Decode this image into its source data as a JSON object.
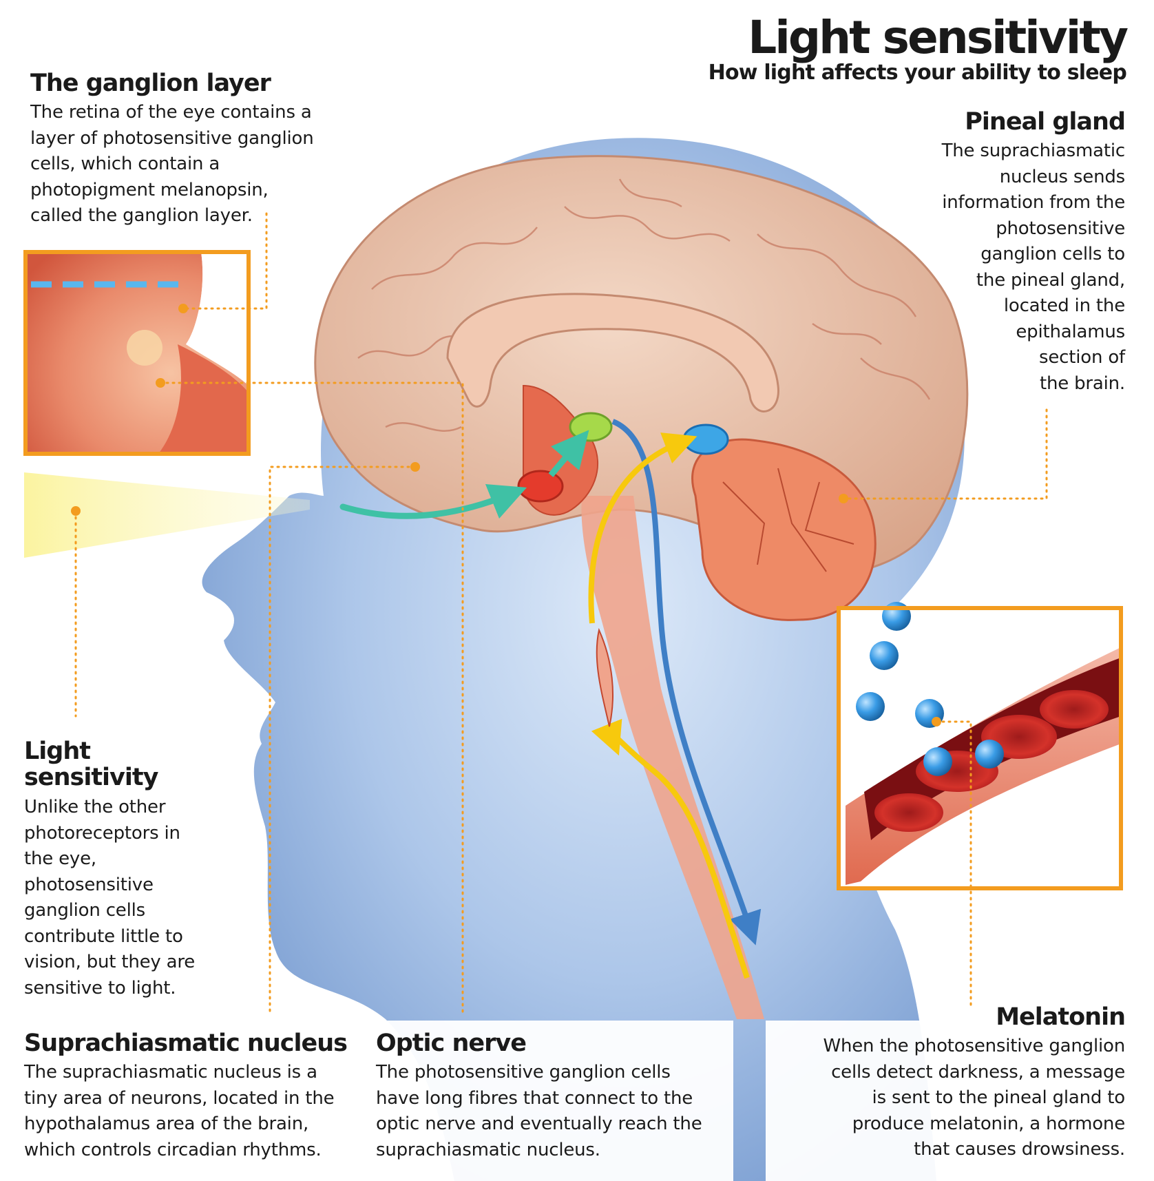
{
  "title": "Light sensitivity",
  "subtitle": "How light affects your ability to sleep",
  "callouts": {
    "ganglion_layer": {
      "heading": "The ganglion layer",
      "lines": [
        "The retina of the eye contains a",
        "layer of photosensitive ganglion",
        "cells, which contain a",
        "photopigment melanopsin,",
        "called the ganglion layer."
      ]
    },
    "pineal_gland": {
      "heading": "Pineal gland",
      "lines": [
        "The suprachiasmatic",
        "nucleus sends",
        "information from the",
        "photosensitive",
        "ganglion cells to",
        "the pineal gland,",
        "located in the",
        "epithalamus",
        "section of",
        "the brain."
      ]
    },
    "light_sensitivity": {
      "heading_line1": "Light",
      "heading_line2": "sensitivity",
      "lines": [
        "Unlike the other",
        "photoreceptors in",
        "the eye,",
        "photosensitive",
        "ganglion cells",
        "contribute little to",
        "vision, but they are",
        "sensitive to light."
      ]
    },
    "suprachiasmatic_nucleus": {
      "heading": "Suprachiasmatic nucleus",
      "lines": [
        "The suprachiasmatic nucleus is a",
        "tiny area of neurons, located in the",
        "hypothalamus area of the brain,",
        "which controls circadian rhythms."
      ]
    },
    "optic_nerve": {
      "heading": "Optic nerve",
      "lines": [
        "The photosensitive ganglion cells",
        "have long fibres that connect to the",
        "optic nerve and eventually reach the",
        "suprachiasmatic nucleus."
      ]
    },
    "melatonin": {
      "heading": "Melatonin",
      "lines": [
        "When the photosensitive ganglion",
        "cells detect darkness, a message",
        "is sent to the pineal gland to",
        "produce melatonin, a hormone",
        "that causes drowsiness."
      ]
    }
  },
  "colors": {
    "accent_orange": "#f39c1f",
    "head_blue": "#a9c4e8",
    "brain_tan": "#e6bca3",
    "tissue_red": "#e06a4f",
    "signal_teal": "#3fc1a5",
    "signal_yellow": "#f7c90d",
    "signal_blue": "#3f7fc6",
    "melatonin_blue": "#2e8fd8",
    "light_beam": "#fbf5a6"
  }
}
